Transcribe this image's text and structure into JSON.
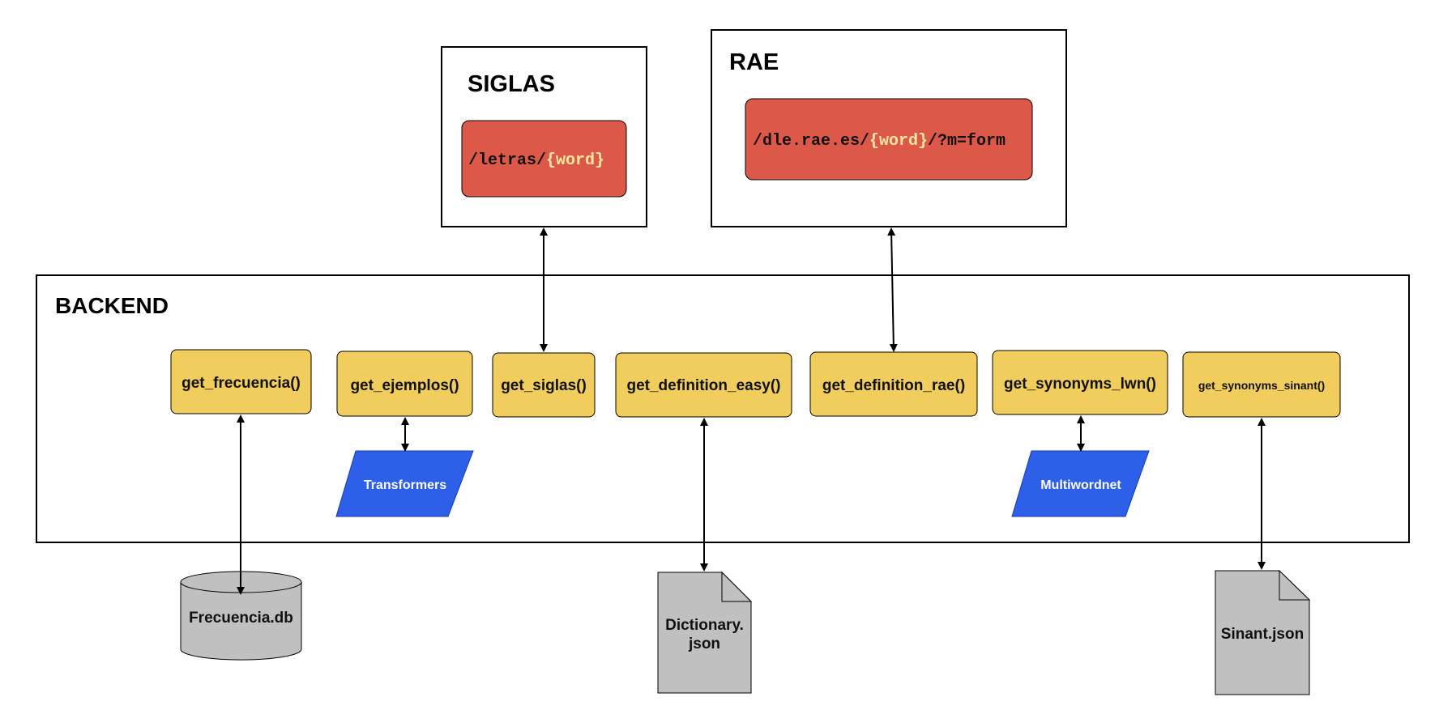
{
  "services": {
    "siglas": {
      "title": "SIGLAS",
      "endpoint_prefix": "/letras/",
      "endpoint_param": "{word}",
      "endpoint_suffix": ""
    },
    "rae": {
      "title": "RAE",
      "endpoint_prefix": "/dle.rae.es/",
      "endpoint_param": "{word}",
      "endpoint_suffix": "/?m=form"
    }
  },
  "backend": {
    "title": "BACKEND",
    "functions": [
      "get_frecuencia()",
      "get_ejemplos()",
      "get_siglas()",
      "get_definition_easy()",
      "get_definition_rae()",
      "get_synonyms_lwn()",
      "get_synonyms_sinant()"
    ],
    "libraries": [
      "Transformers",
      "Multiwordnet"
    ]
  },
  "stores": {
    "database": "Frecuencia.db",
    "dictionary_line1": "Dictionary.",
    "dictionary_line2": "json",
    "sinant": "Sinant.json"
  },
  "colors": {
    "function_fill": "#F0CD5C",
    "endpoint_fill": "#DC5949",
    "param_text": "#FBE8A2",
    "library_fill": "#2D5FE8",
    "store_fill": "#C0C0C0"
  }
}
